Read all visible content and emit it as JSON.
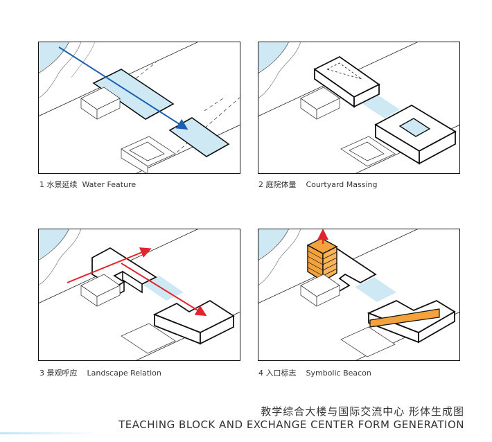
{
  "colors": {
    "water": "#cfe9f4",
    "arrow_blue": "#1a5fb4",
    "arrow_red": "#e0262c",
    "beacon_orange": "#f4a33c",
    "line": "#111111"
  },
  "panels": [
    {
      "number": "1",
      "cn": "水景延续",
      "en": "Water Feature"
    },
    {
      "number": "2",
      "cn": "庭院体量",
      "en": "Courtyard Massing"
    },
    {
      "number": "3",
      "cn": "景观呼应",
      "en": "Landscape Relation"
    },
    {
      "number": "4",
      "cn": "入口标志",
      "en": "Symbolic Beacon"
    }
  ],
  "title": {
    "cn": "教学综合大楼与国际交流中心 形体生成图",
    "en": "TEACHING BLOCK AND EXCHANGE CENTER FORM GENERATION"
  }
}
